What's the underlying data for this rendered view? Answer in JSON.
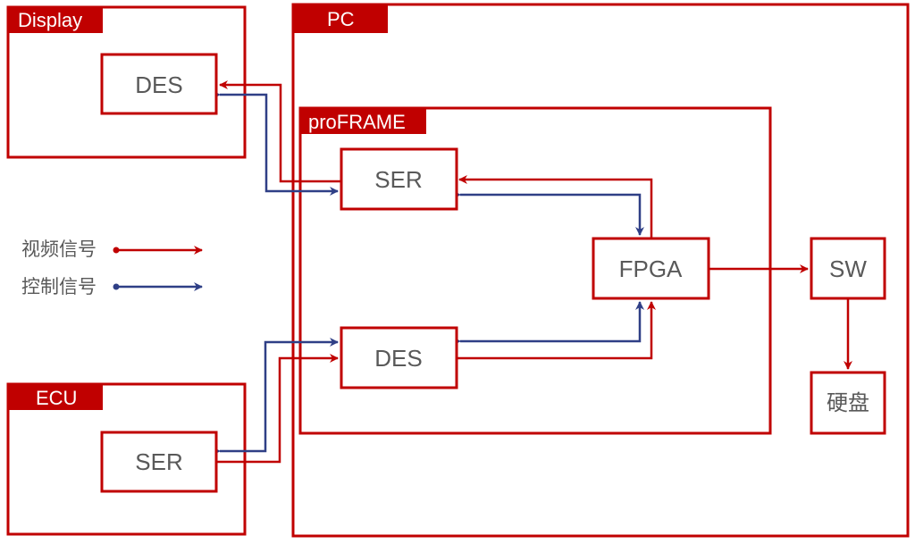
{
  "containers": {
    "display": "Display",
    "pc": "PC",
    "proframe": "proFRAME",
    "ecu": "ECU"
  },
  "blocks": {
    "display_des": "DES",
    "pro_ser": "SER",
    "pro_des": "DES",
    "fpga": "FPGA",
    "sw": "SW",
    "disk": "硬盘",
    "ecu_ser": "SER"
  },
  "legend": {
    "video": {
      "label": "视频信号",
      "color": "#c00000"
    },
    "control": {
      "label": "控制信号",
      "color": "#2f3f86"
    }
  },
  "colors": {
    "accent": "#c00000",
    "control": "#2f3f86",
    "text": "#595959"
  }
}
